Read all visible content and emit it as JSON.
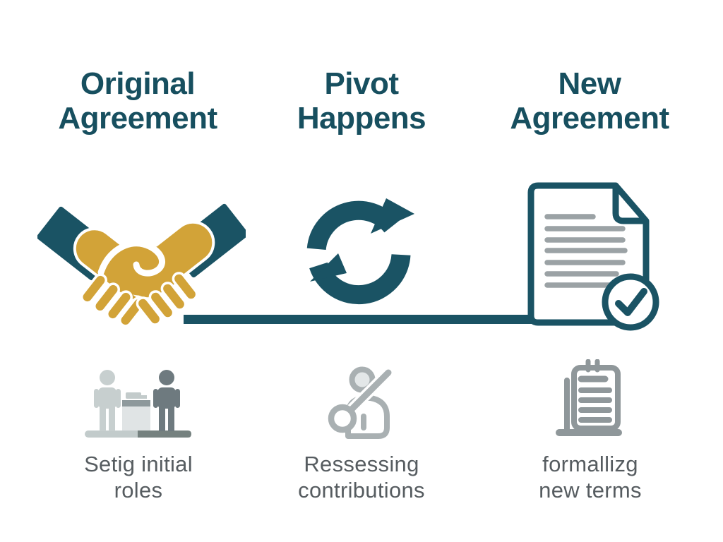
{
  "figure_type": "three-step infographic",
  "background": "#ffffff",
  "columns": [
    {
      "title_line1": "Original",
      "title_line2": "Agreement",
      "main_icon": "handshake-icon",
      "sub_icon": "negotiating-people-icon",
      "caption_line1": "Setig initial",
      "caption_line2": "roles"
    },
    {
      "title_line1": "Pivot",
      "title_line2": "Happens",
      "main_icon": "cycle-arrows-icon",
      "sub_icon": "person-magnifier-icon",
      "caption_line1": "Ressessing",
      "caption_line2": "contributions"
    },
    {
      "title_line1": "New",
      "title_line2": "Agreement",
      "main_icon": "document-check-icon",
      "sub_icon": "clipboard-icon",
      "caption_line1": "formallizg",
      "caption_line2": "new terms"
    }
  ],
  "timeline": {
    "description": "horizontal connector line from handshake to document",
    "color": "#1a5364"
  },
  "colors": {
    "title_teal": "#174f5f",
    "icon_teal": "#1a5364",
    "handshake_gold": "#d2a338",
    "caption_gray": "#565c60",
    "icon_gray_light": "#c7cfcf",
    "icon_gray_dark": "#6e7a7f",
    "icon_gray_mid": "#9ba2a5"
  }
}
